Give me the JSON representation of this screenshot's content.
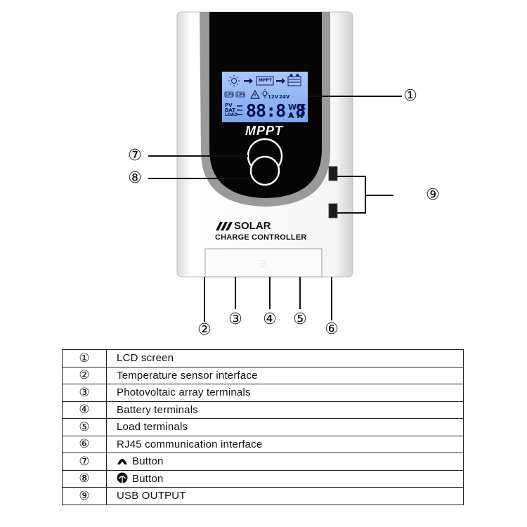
{
  "device": {
    "display_label": "MPPT",
    "brand_line1": "SOLAR",
    "brand_line2": "CHARGE CONTROLLER",
    "lcd": {
      "mppt_box": "MPPT",
      "voltage_12": "12V",
      "voltage_24": "24V",
      "row_labels": [
        "PV",
        "BAT",
        "LOAD"
      ],
      "lfp_badges": [
        "LiFe",
        "LiFe"
      ],
      "digits": "88:8.8",
      "units_top": "W℃",
      "units_bottom": "A H"
    },
    "callouts": [
      "①",
      "②",
      "③",
      "④",
      "⑤",
      "⑥",
      "⑦",
      "⑧",
      "⑨"
    ]
  },
  "legend": [
    {
      "num": "①",
      "text": "LCD screen"
    },
    {
      "num": "②",
      "text": "Temperature sensor interface"
    },
    {
      "num": "③",
      "text": "Photovoltaic array terminals"
    },
    {
      "num": "④",
      "text": "Battery terminals"
    },
    {
      "num": "⑤",
      "text": "Load terminals"
    },
    {
      "num": "⑥",
      "text": "RJ45 communication interface"
    },
    {
      "num": "⑦",
      "text": "Button",
      "icon": "up-button-icon"
    },
    {
      "num": "⑧",
      "text": "Button",
      "icon": "down-button-icon"
    },
    {
      "num": "⑨",
      "text": "USB OUTPUT"
    }
  ],
  "colors": {
    "lcd_background": "#8fb8f5",
    "panel_black": "#050505",
    "body_white": "#f4f4f4",
    "body_edge": "#c8c8c8"
  }
}
